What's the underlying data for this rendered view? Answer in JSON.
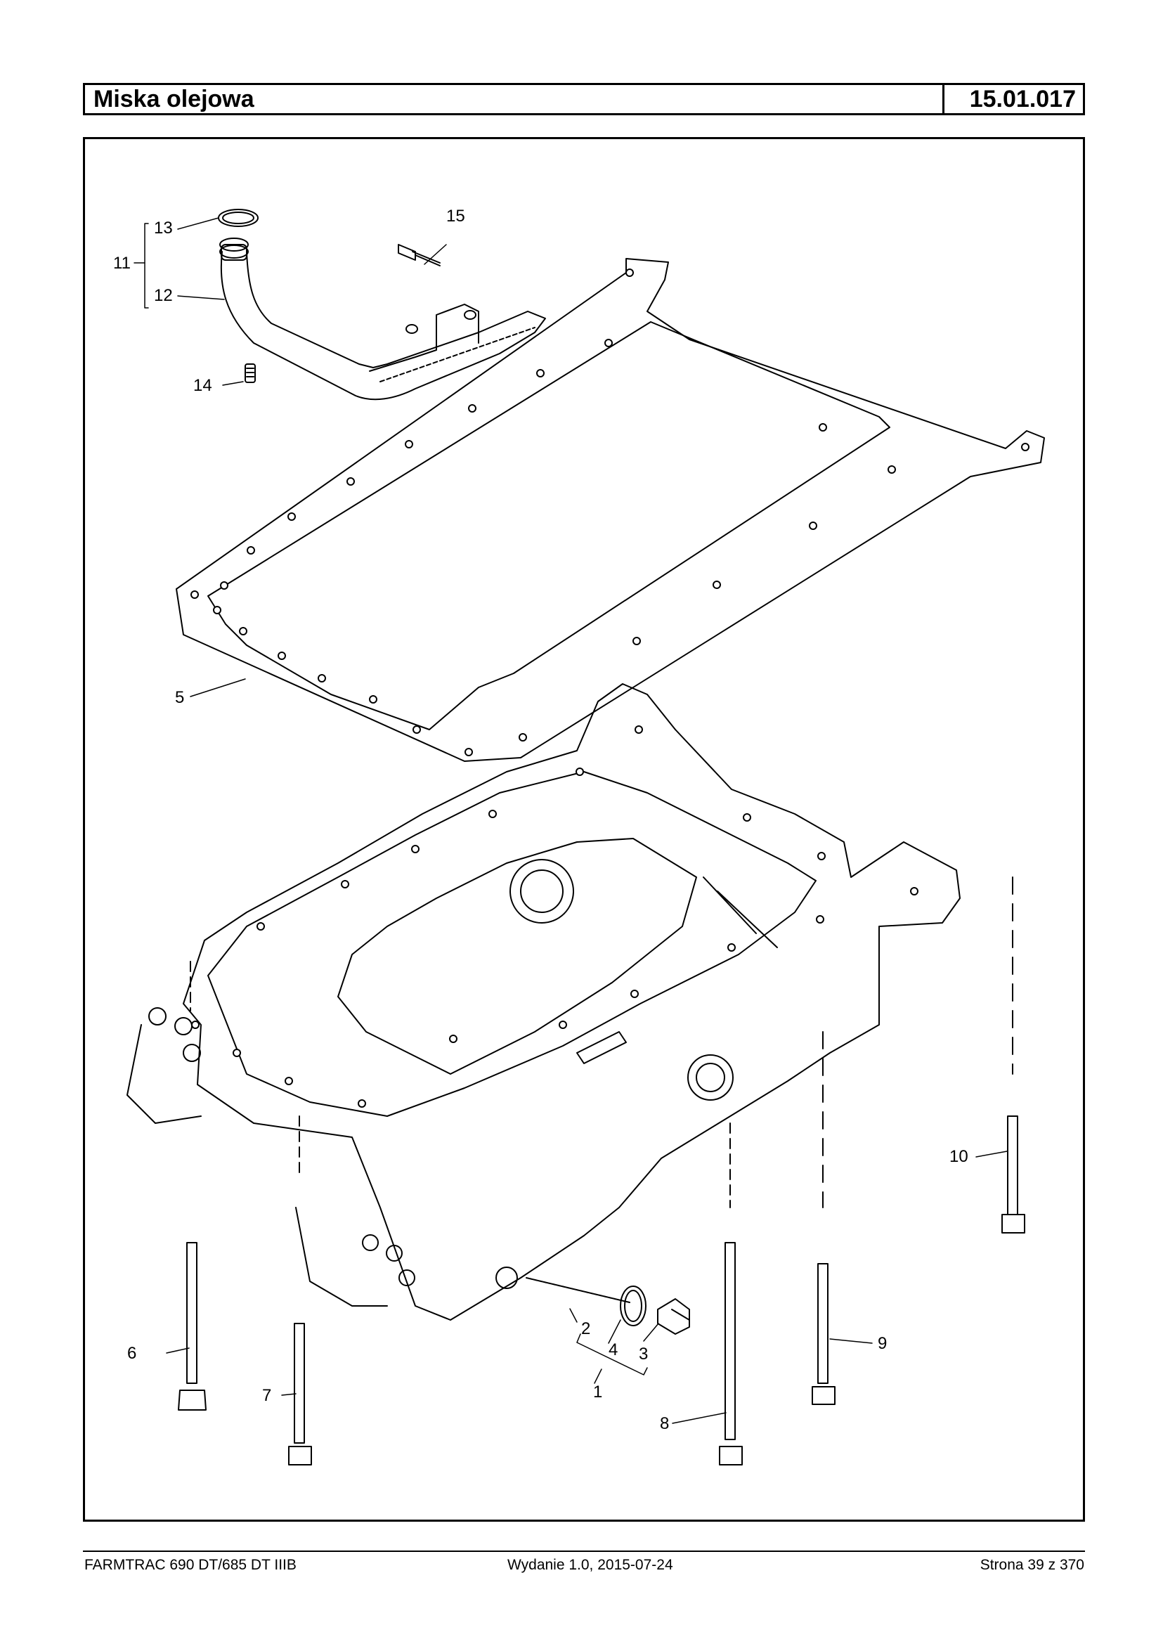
{
  "header": {
    "title": "Miska olejowa",
    "code": "15.01.017"
  },
  "callouts": {
    "c1": "1",
    "c2": "2",
    "c3": "3",
    "c4": "4",
    "c5": "5",
    "c6": "6",
    "c7": "7",
    "c8": "8",
    "c9": "9",
    "c10": "10",
    "c11": "11",
    "c12": "12",
    "c13": "13",
    "c14": "14",
    "c15": "15"
  },
  "footer": {
    "model": "FARMTRAC 690 DT/685 DT IIIB",
    "edition": "Wydanie 1.0,  2015-07-24",
    "page": "Strona 39 z 370"
  }
}
